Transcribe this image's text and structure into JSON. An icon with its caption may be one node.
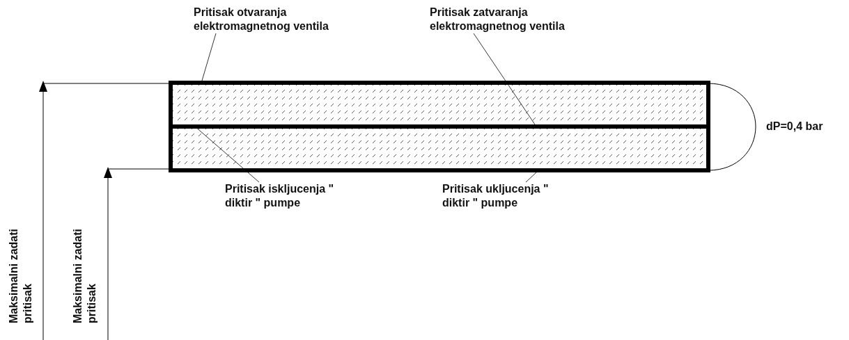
{
  "diagram": {
    "nodes": [
      {
        "text": [
          "Pritisak otvaranja elektromagnetnog ventila"
        ]
      },
      {
        "text": [
          "Pritisak zatvaranja elektromagnetnog ventila"
        ]
      },
      {
        "text": [],
        "shape": "box"
      },
      {
        "text": [],
        "shape": "box"
      },
      {
        "text": [
          "Pritisak iskljucenja \" diktir \" pumpe"
        ]
      },
      {
        "text": [
          "Pritisak ukljucenja \" diktir \" pumpe"
        ]
      }
    ],
    "edges": [
      {
        "from": 0,
        "to": 2,
        "arrow": "none"
      },
      {
        "from": 1,
        "to": 2,
        "arrow": "none"
      },
      {
        "from": 4,
        "to": 3,
        "arrow": "none"
      },
      {
        "from": 5,
        "to": 3,
        "arrow": "none"
      }
    ],
    "labels": [
      "Maksimalni zadati pritisak",
      "Maksimalni zadati pritisak",
      "dP=0,4 bar"
    ]
  }
}
